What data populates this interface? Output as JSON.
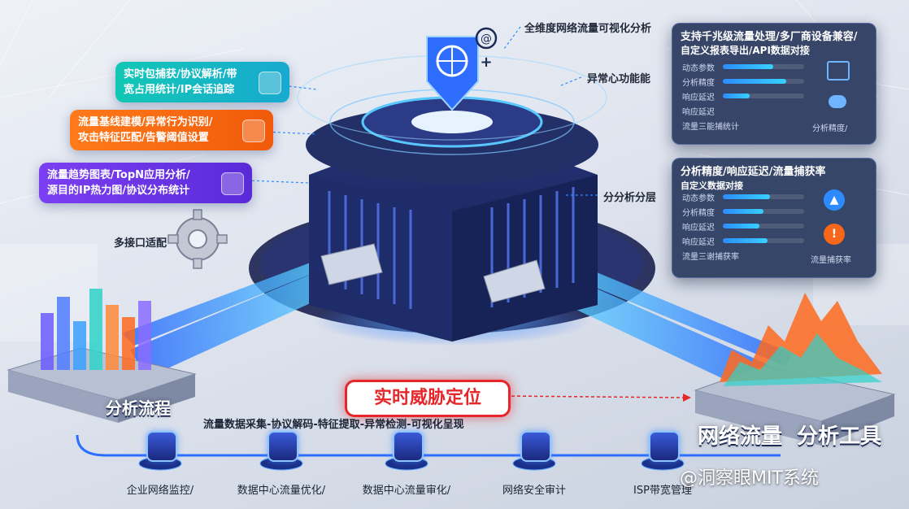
{
  "callouts_left": [
    {
      "lines": [
        "实时包捕获/协议解析/带",
        "宽占用统计/IP会话追踪"
      ],
      "color": "#13c2b8"
    },
    {
      "lines": [
        "流量基线建模/异常行为识别/",
        "攻击特征匹配/告警阈值设置"
      ],
      "color": "#f7661a"
    },
    {
      "lines": [
        "流量趋势图表/TopN应用分析/",
        "源目的IP热力图/协议分布统计"
      ],
      "color": "#6a35e6"
    }
  ],
  "multi_port_label": "多接口适配",
  "top_right_labels": {
    "full_view": "全维度网络流量可视化分析",
    "anomaly": "异常心功能能",
    "analysis_layer": "分分析分层"
  },
  "panel_top": {
    "title_lines": [
      "支持千兆级流量处理/多厂商设备兼容/",
      "自定义报表导出/API数据对接"
    ],
    "rows": [
      {
        "label": "动态参数",
        "value": 0.62
      },
      {
        "label": "分析精度",
        "value": 0.78
      },
      {
        "label": "响应延迟",
        "value": 0.33
      },
      {
        "label": "响应延迟",
        "value": 0.0
      },
      {
        "label": "流量三能捕统计",
        "value": 0.0
      }
    ],
    "badge": "分析精度/"
  },
  "panel_bottom": {
    "title_lines": [
      "分析精度/响应延迟/流量捕获率",
      "自定义数据对接"
    ],
    "rows": [
      {
        "label": "动态参数",
        "value": 0.58
      },
      {
        "label": "分析精度",
        "value": 0.5
      },
      {
        "label": "响应延迟",
        "value": 0.45
      },
      {
        "label": "响应延迟",
        "value": 0.55
      },
      {
        "label": "流量三谢捕获率",
        "value": 0.0
      }
    ],
    "badge": "流量捕获率"
  },
  "left_base_label": "分析流程",
  "right_base_label": "网络流量  分析工具",
  "threat_label": "实时威胁定位",
  "flow_steps": "流量数据采集-协议解码-特征提取-异常检测-可视化呈现",
  "bottom_nodes": [
    {
      "label": "企业网络监控/",
      "icon": "star-shield-icon"
    },
    {
      "label": "数据中心流量优化/",
      "icon": "shield-icon"
    },
    {
      "label": "数据中心流量审化/",
      "icon": "hex-shield-icon"
    },
    {
      "label": "网络安全审计",
      "icon": "bar-chart-icon"
    },
    {
      "label": "ISP带宽管理",
      "icon": "doc-icon"
    }
  ],
  "watermark": "@洞察眼MIT系统",
  "colors": {
    "accent_blue": "#2c8cff",
    "alert_red": "#e5262a",
    "teal": "#13c2b8",
    "orange": "#f7661a",
    "purple": "#6a35e6",
    "panel_bg": "#28385c"
  }
}
